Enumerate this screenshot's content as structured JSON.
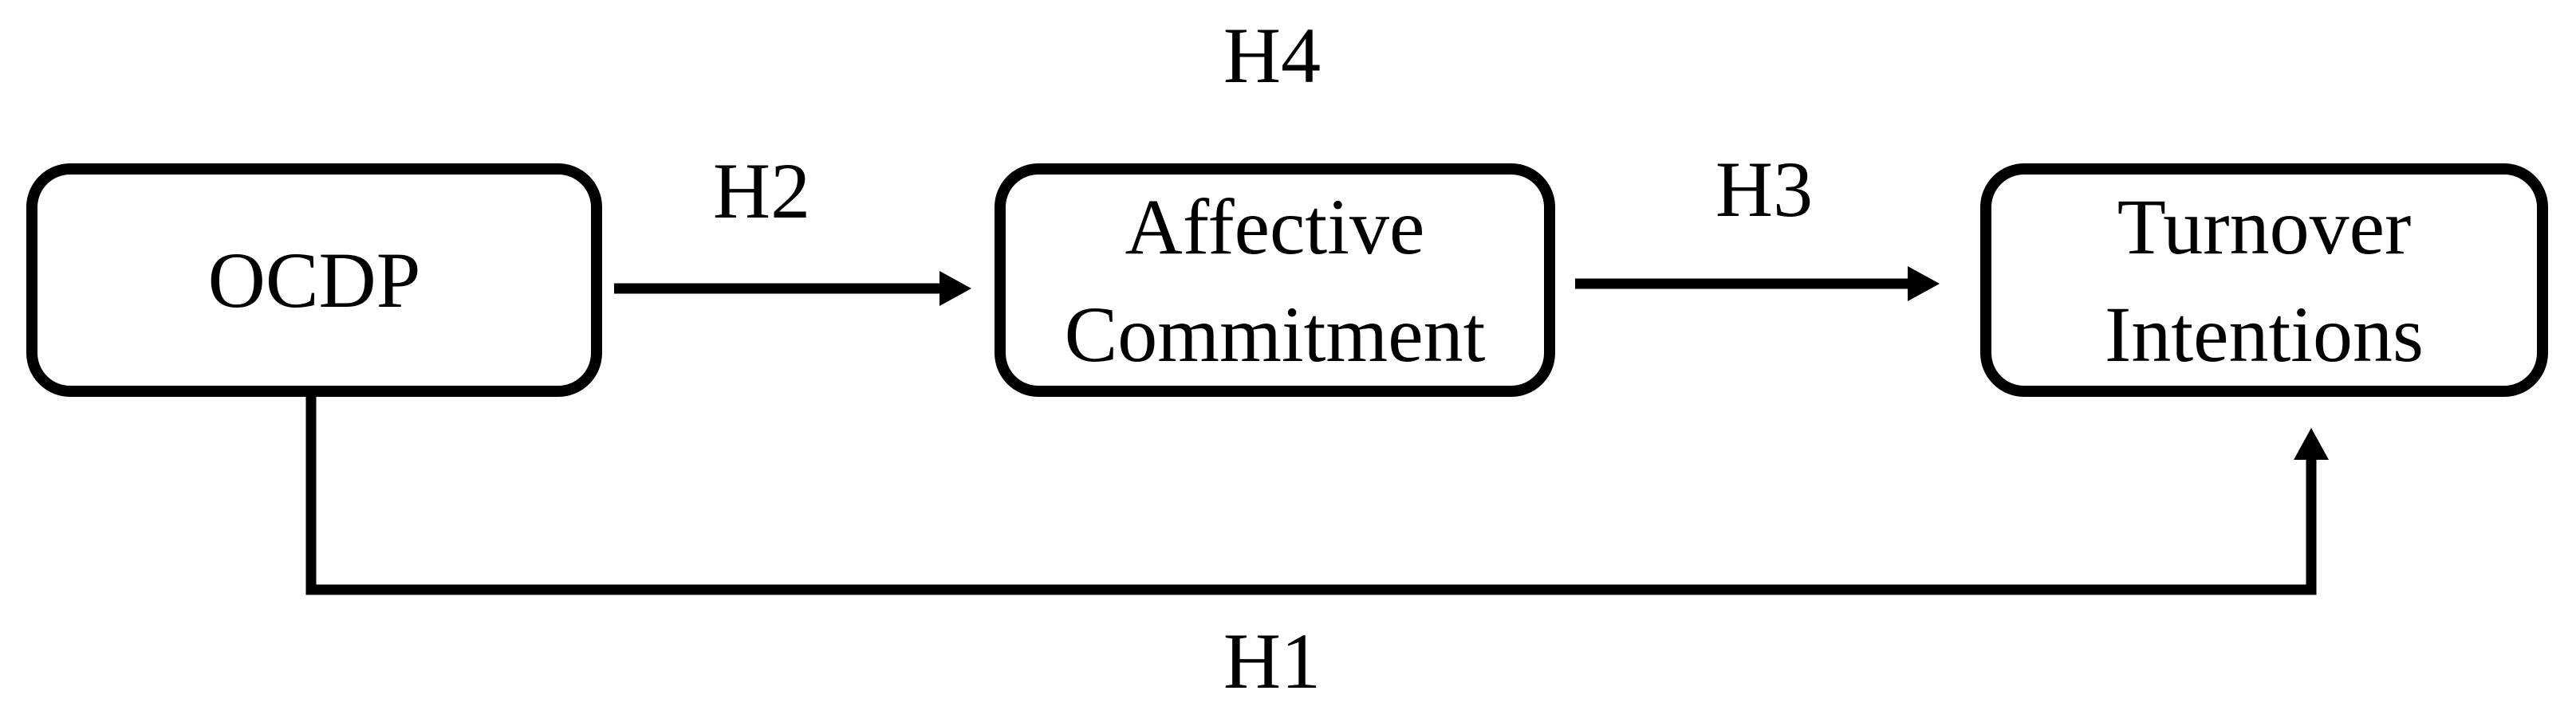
{
  "figure": {
    "type": "mediation-model-diagram",
    "colors": {
      "background": "#ffffff",
      "line": "#000000",
      "text": "#000000"
    },
    "nodes": [
      {
        "id": "ocdp",
        "lines": [
          "OCDP"
        ]
      },
      {
        "id": "affective_commitment",
        "lines": [
          "Affective",
          "Commitment"
        ]
      },
      {
        "id": "turnover_intentions",
        "lines": [
          "Turnover",
          "Intentions"
        ]
      }
    ],
    "edges": [
      {
        "id": "h1",
        "label": "H1",
        "from": "ocdp",
        "to": "turnover_intentions",
        "shape": "elbow"
      },
      {
        "id": "h2",
        "label": "H2",
        "from": "ocdp",
        "to": "affective_commitment",
        "shape": "straight"
      },
      {
        "id": "h3",
        "label": "H3",
        "from": "affective_commitment",
        "to": "turnover_intentions",
        "shape": "straight"
      },
      {
        "id": "h4",
        "label": "H4"
      }
    ]
  }
}
